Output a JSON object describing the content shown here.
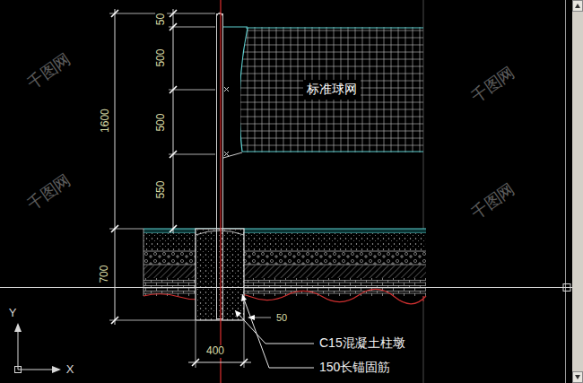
{
  "diagram": {
    "nodes": [
      {
        "text": [
          "标准球网"
        ]
      }
    ],
    "labels": [
      "50",
      "500",
      "500",
      "550",
      "1600",
      "700",
      "400",
      "50",
      "C15混凝土柱墩",
      "150长锚固筋",
      "Y",
      "X",
      "千图网",
      "千图网",
      "千图网",
      "千图网"
    ]
  }
}
